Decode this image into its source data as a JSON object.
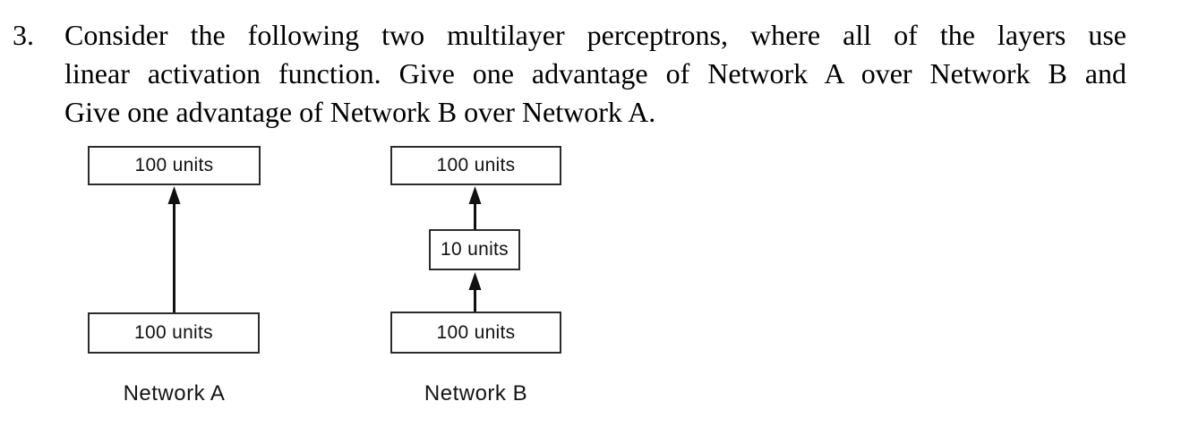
{
  "page": {
    "background": "#ffffff",
    "text_color": "#000000",
    "line_color": "#111111"
  },
  "question": {
    "number": "3.",
    "lines": [
      "Consider the following two multilayer perceptrons, where all of the layers use",
      "linear activation function. Give one advantage of Network A over Network B and",
      "Give one advantage of Network B over Network A."
    ]
  },
  "diagram": {
    "network_a": {
      "label": "Network A",
      "layers": {
        "top": "100 units",
        "bottom": "100 units"
      }
    },
    "network_b": {
      "label": "Network B",
      "layers": {
        "top": "100 units",
        "middle": "10 units",
        "bottom": "100 units"
      }
    }
  }
}
